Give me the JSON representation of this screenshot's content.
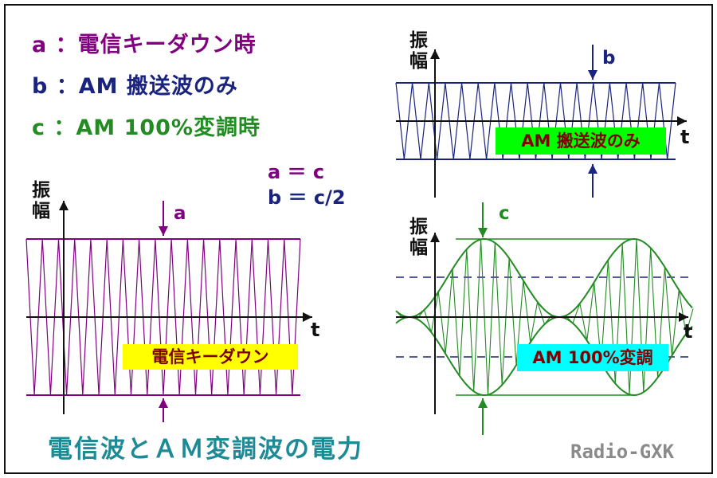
{
  "legend": {
    "a": "a ：電信キーダウン時",
    "b": "b ：AM 搬送波のみ",
    "c": "c ：AM 100%変調時"
  },
  "equations": {
    "eq1": "a ＝ c",
    "eq2": "b ＝ c/2"
  },
  "axis": {
    "y_label": "振幅",
    "t_label": "t"
  },
  "markers": {
    "a": "a",
    "b": "b",
    "c": "c"
  },
  "boxes": {
    "key_down": "電信キーダウン",
    "carrier_only": "AM 搬送波のみ",
    "modulation_100": "AM 100%変調"
  },
  "footer": {
    "title": "電信波とＡＭ変調波の電力",
    "credit": "Radio-GXK"
  },
  "colors": {
    "a_purple": "#800080",
    "b_navy": "#1a237e",
    "c_green": "#228b22",
    "teal_title": "#1e8a96",
    "box_yellow": "#ffff00",
    "box_green": "#00ff00",
    "box_cyan": "#00ffff"
  }
}
